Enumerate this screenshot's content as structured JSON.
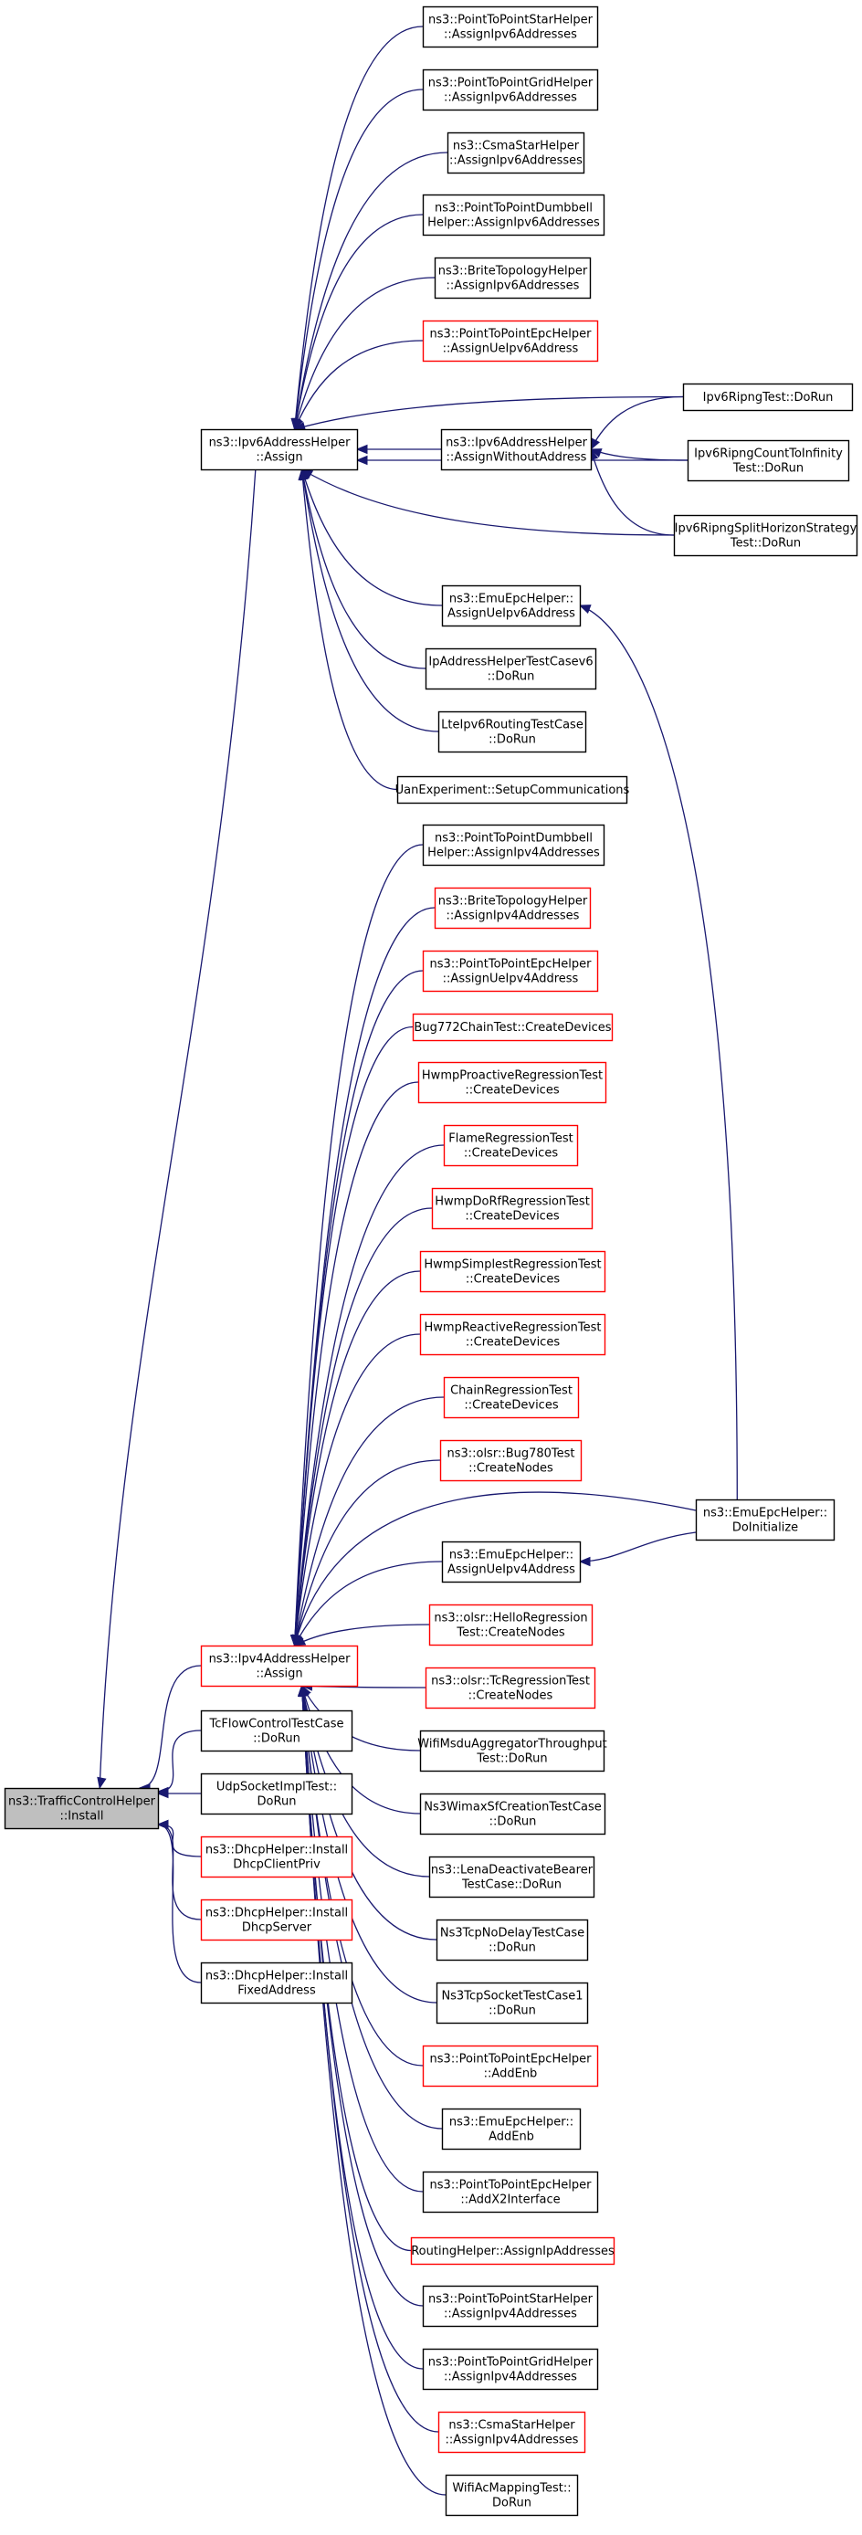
{
  "colors": {
    "edge": "#191970",
    "normal_border": "#000000",
    "truncated_border": "#ff0000",
    "root_fill": "#bfbfbf",
    "node_fill": "#ffffff"
  },
  "nodes": [
    {
      "id": "root",
      "lines": [
        "ns3::TrafficControlHelper",
        "::Install"
      ],
      "style": "root"
    },
    {
      "id": "ipv6assign",
      "lines": [
        "ns3::Ipv6AddressHelper",
        "::Assign"
      ],
      "style": "normal"
    },
    {
      "id": "ipv4assign",
      "lines": [
        "ns3::Ipv4AddressHelper",
        "::Assign"
      ],
      "style": "truncated"
    },
    {
      "id": "tcflow",
      "lines": [
        "TcFlowControlTestCase",
        "::DoRun"
      ],
      "style": "normal"
    },
    {
      "id": "udpsock",
      "lines": [
        "UdpSocketImplTest::",
        "DoRun"
      ],
      "style": "normal"
    },
    {
      "id": "dhcpclient",
      "lines": [
        "ns3::DhcpHelper::Install",
        "DhcpClientPriv"
      ],
      "style": "truncated"
    },
    {
      "id": "dhcpserver",
      "lines": [
        "ns3::DhcpHelper::Install",
        "DhcpServer"
      ],
      "style": "truncated"
    },
    {
      "id": "dhcpfixed",
      "lines": [
        "ns3::DhcpHelper::Install",
        "FixedAddress"
      ],
      "style": "normal"
    },
    {
      "id": "p2pstar6",
      "lines": [
        "ns3::PointToPointStarHelper",
        "::AssignIpv6Addresses"
      ],
      "style": "normal"
    },
    {
      "id": "p2pgrid6",
      "lines": [
        "ns3::PointToPointGridHelper",
        "::AssignIpv6Addresses"
      ],
      "style": "normal"
    },
    {
      "id": "csmastar6",
      "lines": [
        "ns3::CsmaStarHelper",
        "::AssignIpv6Addresses"
      ],
      "style": "normal"
    },
    {
      "id": "p2pdumb6",
      "lines": [
        "ns3::PointToPointDumbbell",
        "Helper::AssignIpv6Addresses"
      ],
      "style": "normal"
    },
    {
      "id": "brite6",
      "lines": [
        "ns3::BriteTopologyHelper",
        "::AssignIpv6Addresses"
      ],
      "style": "normal"
    },
    {
      "id": "p2pepc6",
      "lines": [
        "ns3::PointToPointEpcHelper",
        "::AssignUeIpv6Address"
      ],
      "style": "truncated"
    },
    {
      "id": "assignwithout",
      "lines": [
        "ns3::Ipv6AddressHelper",
        "::AssignWithoutAddress"
      ],
      "style": "normal"
    },
    {
      "id": "emuepc6",
      "lines": [
        "ns3::EmuEpcHelper::",
        "AssignUeIpv6Address"
      ],
      "style": "normal"
    },
    {
      "id": "ipaddrtest6",
      "lines": [
        "IpAddressHelperTestCasev6",
        "::DoRun"
      ],
      "style": "normal"
    },
    {
      "id": "lteipv6",
      "lines": [
        "LteIpv6RoutingTestCase",
        "::DoRun"
      ],
      "style": "normal"
    },
    {
      "id": "uanexp",
      "lines": [
        "UanExperiment::SetupCommunications"
      ],
      "style": "normal"
    },
    {
      "id": "ripng",
      "lines": [
        "Ipv6RipngTest::DoRun"
      ],
      "style": "normal"
    },
    {
      "id": "ripngcount",
      "lines": [
        "Ipv6RipngCountToInfinity",
        "Test::DoRun"
      ],
      "style": "normal"
    },
    {
      "id": "ripngsplit",
      "lines": [
        "Ipv6RipngSplitHorizonStrategy",
        "Test::DoRun"
      ],
      "style": "normal"
    },
    {
      "id": "p2pdumb4",
      "lines": [
        "ns3::PointToPointDumbbell",
        "Helper::AssignIpv4Addresses"
      ],
      "style": "normal"
    },
    {
      "id": "brite4",
      "lines": [
        "ns3::BriteTopologyHelper",
        "::AssignIpv4Addresses"
      ],
      "style": "truncated"
    },
    {
      "id": "p2pepc4",
      "lines": [
        "ns3::PointToPointEpcHelper",
        "::AssignUeIpv4Address"
      ],
      "style": "truncated"
    },
    {
      "id": "bug772",
      "lines": [
        "Bug772ChainTest::CreateDevices"
      ],
      "style": "truncated"
    },
    {
      "id": "hwmpproactive",
      "lines": [
        "HwmpProactiveRegressionTest",
        "::CreateDevices"
      ],
      "style": "truncated"
    },
    {
      "id": "flame",
      "lines": [
        "FlameRegressionTest",
        "::CreateDevices"
      ],
      "style": "truncated"
    },
    {
      "id": "hwmpdorf",
      "lines": [
        "HwmpDoRfRegressionTest",
        "::CreateDevices"
      ],
      "style": "truncated"
    },
    {
      "id": "hwmpsimplest",
      "lines": [
        "HwmpSimplestRegressionTest",
        "::CreateDevices"
      ],
      "style": "truncated"
    },
    {
      "id": "hwmpreactive",
      "lines": [
        "HwmpReactiveRegressionTest",
        "::CreateDevices"
      ],
      "style": "truncated"
    },
    {
      "id": "chain",
      "lines": [
        "ChainRegressionTest",
        "::CreateDevices"
      ],
      "style": "truncated"
    },
    {
      "id": "bug780",
      "lines": [
        "ns3::olsr::Bug780Test",
        "::CreateNodes"
      ],
      "style": "truncated"
    },
    {
      "id": "emuepc4",
      "lines": [
        "ns3::EmuEpcHelper::",
        "AssignUeIpv4Address"
      ],
      "style": "normal"
    },
    {
      "id": "emudoinit",
      "lines": [
        "ns3::EmuEpcHelper::",
        "DoInitialize"
      ],
      "style": "normal"
    },
    {
      "id": "hello",
      "lines": [
        "ns3::olsr::HelloRegression",
        "Test::CreateNodes"
      ],
      "style": "truncated"
    },
    {
      "id": "tcreg",
      "lines": [
        "ns3::olsr::TcRegressionTest",
        "::CreateNodes"
      ],
      "style": "truncated"
    },
    {
      "id": "wifimsdu",
      "lines": [
        "WifiMsduAggregatorThroughput",
        "Test::DoRun"
      ],
      "style": "normal"
    },
    {
      "id": "wimax",
      "lines": [
        "Ns3WimaxSfCreationTestCase",
        "::DoRun"
      ],
      "style": "normal"
    },
    {
      "id": "lenadeact",
      "lines": [
        "ns3::LenaDeactivateBearer",
        "TestCase::DoRun"
      ],
      "style": "normal"
    },
    {
      "id": "tcpnodelay",
      "lines": [
        "Ns3TcpNoDelayTestCase",
        "::DoRun"
      ],
      "style": "normal"
    },
    {
      "id": "tcpsocket1",
      "lines": [
        "Ns3TcpSocketTestCase1",
        "::DoRun"
      ],
      "style": "normal"
    },
    {
      "id": "p2pepcaddenb",
      "lines": [
        "ns3::PointToPointEpcHelper",
        "::AddEnb"
      ],
      "style": "truncated"
    },
    {
      "id": "emuaddenb",
      "lines": [
        "ns3::EmuEpcHelper::",
        "AddEnb"
      ],
      "style": "normal"
    },
    {
      "id": "p2pepcx2",
      "lines": [
        "ns3::PointToPointEpcHelper",
        "::AddX2Interface"
      ],
      "style": "normal"
    },
    {
      "id": "routinghelper",
      "lines": [
        "RoutingHelper::AssignIpAddresses"
      ],
      "style": "truncated"
    },
    {
      "id": "p2pstar4",
      "lines": [
        "ns3::PointToPointStarHelper",
        "::AssignIpv4Addresses"
      ],
      "style": "normal"
    },
    {
      "id": "p2pgrid4",
      "lines": [
        "ns3::PointToPointGridHelper",
        "::AssignIpv4Addresses"
      ],
      "style": "normal"
    },
    {
      "id": "csmastar4",
      "lines": [
        "ns3::CsmaStarHelper",
        "::AssignIpv4Addresses"
      ],
      "style": "truncated"
    },
    {
      "id": "wifiac",
      "lines": [
        "WifiAcMappingTest::",
        "DoRun"
      ],
      "style": "normal"
    }
  ],
  "edges": [
    [
      "ipv6assign",
      "root"
    ],
    [
      "ipv4assign",
      "root"
    ],
    [
      "tcflow",
      "root"
    ],
    [
      "udpsock",
      "root"
    ],
    [
      "dhcpclient",
      "root"
    ],
    [
      "dhcpserver",
      "root"
    ],
    [
      "dhcpfixed",
      "root"
    ],
    [
      "p2pstar6",
      "ipv6assign"
    ],
    [
      "p2pgrid6",
      "ipv6assign"
    ],
    [
      "csmastar6",
      "ipv6assign"
    ],
    [
      "p2pdumb6",
      "ipv6assign"
    ],
    [
      "brite6",
      "ipv6assign"
    ],
    [
      "p2pepc6",
      "ipv6assign"
    ],
    [
      "assignwithout",
      "ipv6assign"
    ],
    [
      "ripng",
      "ipv6assign"
    ],
    [
      "ripngcount",
      "ipv6assign"
    ],
    [
      "ripngsplit",
      "ipv6assign"
    ],
    [
      "emuepc6",
      "ipv6assign"
    ],
    [
      "ipaddrtest6",
      "ipv6assign"
    ],
    [
      "lteipv6",
      "ipv6assign"
    ],
    [
      "uanexp",
      "ipv6assign"
    ],
    [
      "ripng",
      "assignwithout"
    ],
    [
      "ripngcount",
      "assignwithout"
    ],
    [
      "ripngsplit",
      "assignwithout"
    ],
    [
      "emudoinit",
      "emuepc6"
    ],
    [
      "emudoinit",
      "emuepc4"
    ],
    [
      "p2pdumb4",
      "ipv4assign"
    ],
    [
      "brite4",
      "ipv4assign"
    ],
    [
      "p2pepc4",
      "ipv4assign"
    ],
    [
      "bug772",
      "ipv4assign"
    ],
    [
      "hwmpproactive",
      "ipv4assign"
    ],
    [
      "flame",
      "ipv4assign"
    ],
    [
      "hwmpdorf",
      "ipv4assign"
    ],
    [
      "hwmpsimplest",
      "ipv4assign"
    ],
    [
      "hwmpreactive",
      "ipv4assign"
    ],
    [
      "chain",
      "ipv4assign"
    ],
    [
      "bug780",
      "ipv4assign"
    ],
    [
      "emudoinit",
      "ipv4assign"
    ],
    [
      "emuepc4",
      "ipv4assign"
    ],
    [
      "hello",
      "ipv4assign"
    ],
    [
      "tcreg",
      "ipv4assign"
    ],
    [
      "wifimsdu",
      "ipv4assign"
    ],
    [
      "wimax",
      "ipv4assign"
    ],
    [
      "lenadeact",
      "ipv4assign"
    ],
    [
      "tcpnodelay",
      "ipv4assign"
    ],
    [
      "tcpsocket1",
      "ipv4assign"
    ],
    [
      "p2pepcaddenb",
      "ipv4assign"
    ],
    [
      "emuaddenb",
      "ipv4assign"
    ],
    [
      "p2pepcx2",
      "ipv4assign"
    ],
    [
      "routinghelper",
      "ipv4assign"
    ],
    [
      "p2pstar4",
      "ipv4assign"
    ],
    [
      "p2pgrid4",
      "ipv4assign"
    ],
    [
      "csmastar4",
      "ipv4assign"
    ],
    [
      "wifiac",
      "ipv4assign"
    ]
  ]
}
